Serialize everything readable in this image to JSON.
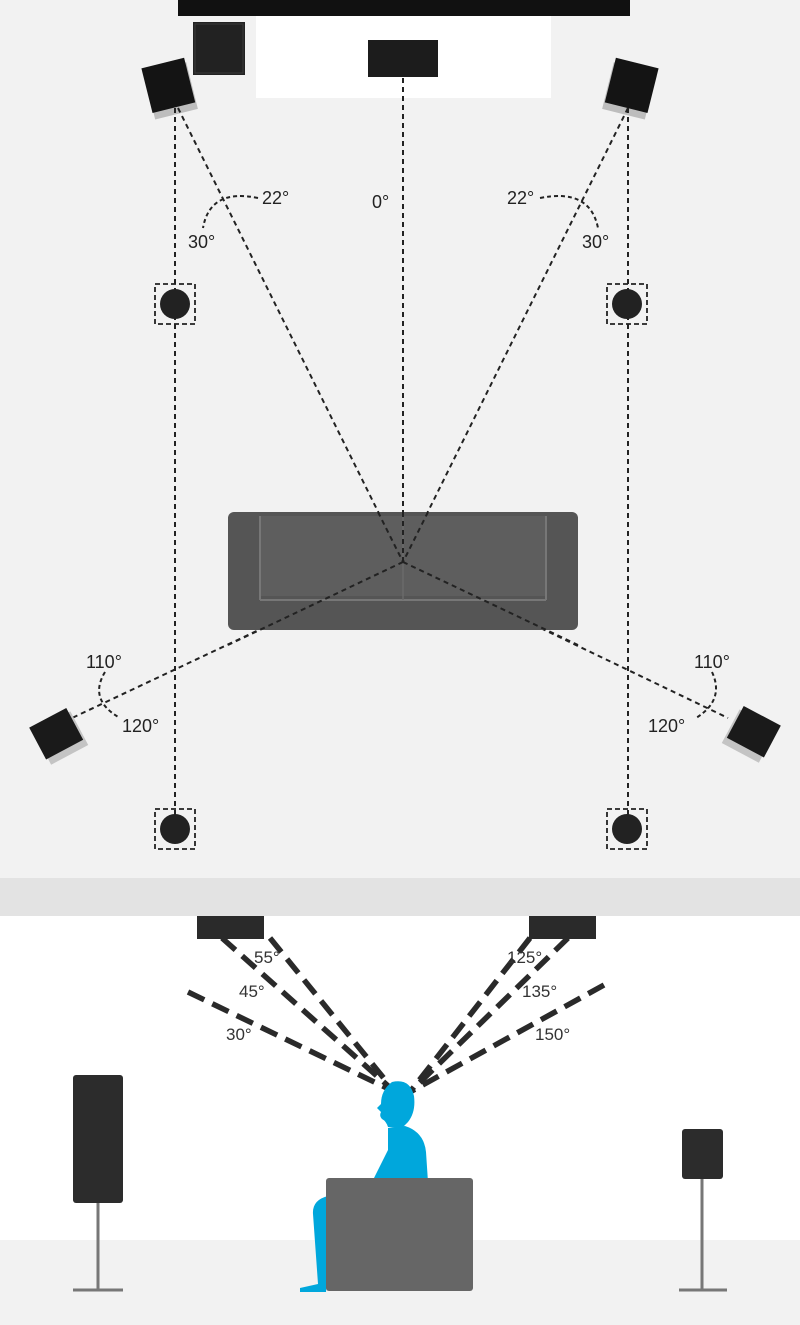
{
  "colors": {
    "room_floor": "#f2f2f2",
    "divider": "#e3e3e3",
    "speaker": "#1c1c1c",
    "sofa": "#555555",
    "listener": "#00a7dc",
    "seat": "#666666",
    "stand": "#777777"
  },
  "top_view": {
    "angle_labels": {
      "center": "0°",
      "front_left_inner": "22°",
      "front_left_outer": "30°",
      "front_right_inner": "22°",
      "front_right_outer": "30°",
      "surround_left_upper": "110°",
      "surround_left_lower": "120°",
      "surround_right_upper": "110°",
      "surround_right_lower": "120°"
    }
  },
  "side_view": {
    "angle_labels": {
      "front_55": "55°",
      "front_45": "45°",
      "front_30": "30°",
      "rear_125": "125°",
      "rear_135": "135°",
      "rear_150": "150°"
    }
  }
}
